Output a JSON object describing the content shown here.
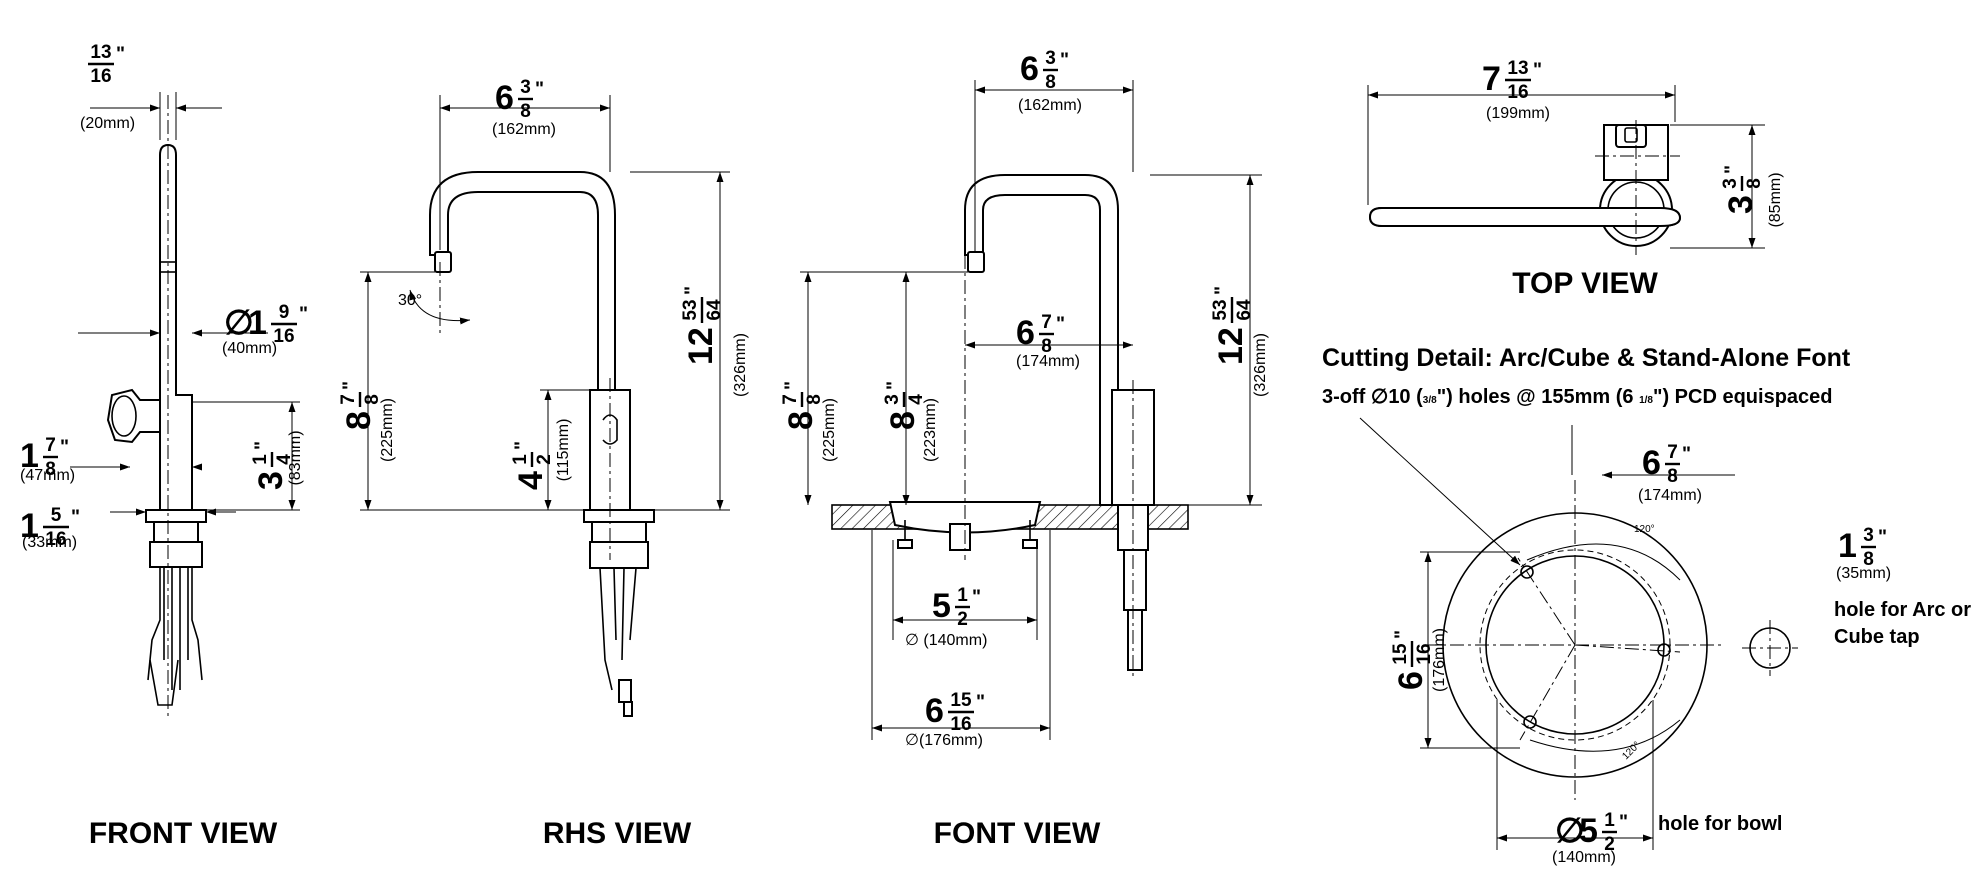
{
  "views": {
    "front": "FRONT VIEW",
    "rhs": "RHS VIEW",
    "font": "FONT VIEW",
    "top": "TOP VIEW"
  },
  "cutting_detail": {
    "title": "Cutting Detail: Arc/Cube & Stand-Alone Font",
    "spec": "3-off ∅10 (⅓\") holes @ 155mm (6 ⅛\") PCD equispaced",
    "spec_parts": {
      "lead": "3-off",
      "hole_diameter": "10 (",
      "hole_frac": "3/8",
      "mid": "\") holes @ 155mm (6 ",
      "pcd_frac": "1/8",
      "tail": "\") PCD equispaced"
    },
    "angles": [
      "120°",
      "120°"
    ],
    "bowl_note": "hole for bowl",
    "tap_note": "hole for Arc or Cube tap"
  },
  "dimensions": {
    "front_width": {
      "whole": "",
      "num": "13",
      "den": "16",
      "unit": "\"",
      "mm": "(20mm)"
    },
    "front_dia": {
      "whole": "1",
      "num": "9",
      "den": "16",
      "unit": "\"",
      "mm": "(40mm)"
    },
    "front_handle": {
      "whole": "1",
      "num": "7",
      "den": "8",
      "unit": "\"",
      "mm": "(47mm)"
    },
    "front_base_h": {
      "whole": "3",
      "num": "1",
      "den": "4",
      "unit": "\"",
      "mm": "(83mm)"
    },
    "front_base": {
      "whole": "1",
      "num": "5",
      "den": "16",
      "unit": "\"",
      "mm": "(33mm)"
    },
    "rhs_reach": {
      "whole": "6",
      "num": "3",
      "den": "8",
      "unit": "\"",
      "mm": "(162mm)"
    },
    "rhs_height": {
      "whole": "12",
      "num": "53",
      "den": "64",
      "unit": "\"",
      "mm": "(326mm)"
    },
    "rhs_spout": {
      "whole": "8",
      "num": "7",
      "den": "8",
      "unit": "\"",
      "mm": "(225mm)"
    },
    "rhs_body": {
      "whole": "4",
      "num": "1",
      "den": "2",
      "unit": "\"",
      "mm": "(115mm)"
    },
    "rhs_swivel": "30°",
    "font_reach": {
      "whole": "6",
      "num": "3",
      "den": "8",
      "unit": "\"",
      "mm": "(162mm)"
    },
    "font_height": {
      "whole": "12",
      "num": "53",
      "den": "64",
      "unit": "\"",
      "mm": "(326mm)"
    },
    "font_offset": {
      "whole": "6",
      "num": "7",
      "den": "8",
      "unit": "\"",
      "mm": "(174mm)"
    },
    "font_spout": {
      "whole": "8",
      "num": "7",
      "den": "8",
      "unit": "\"",
      "mm": "(225mm)"
    },
    "font_bowl_h": {
      "whole": "8",
      "num": "3",
      "den": "4",
      "unit": "\"",
      "mm": "(223mm)"
    },
    "font_bowl": {
      "whole": "5",
      "num": "1",
      "den": "2",
      "unit": "\"",
      "mm": "∅ (140mm)"
    },
    "font_flange": {
      "whole": "6",
      "num": "15",
      "den": "16",
      "unit": "\"",
      "mm": "∅(176mm)"
    },
    "top_length": {
      "whole": "7",
      "num": "13",
      "den": "16",
      "unit": "\"",
      "mm": "(199mm)"
    },
    "top_width": {
      "whole": "3",
      "num": "3",
      "den": "8",
      "unit": "\"",
      "mm": "(85mm)"
    },
    "cut_offset": {
      "whole": "6",
      "num": "7",
      "den": "8",
      "unit": "\"",
      "mm": "(174mm)"
    },
    "cut_outer": {
      "whole": "6",
      "num": "15",
      "den": "16",
      "unit": "\"",
      "mm": "(176mm)"
    },
    "cut_bowl": {
      "whole": "5",
      "num": "1",
      "den": "2",
      "unit": "\"",
      "mm": "(140mm)"
    },
    "tap_hole": {
      "whole": "1",
      "num": "3",
      "den": "8",
      "unit": "\"",
      "mm": "(35mm)"
    }
  }
}
